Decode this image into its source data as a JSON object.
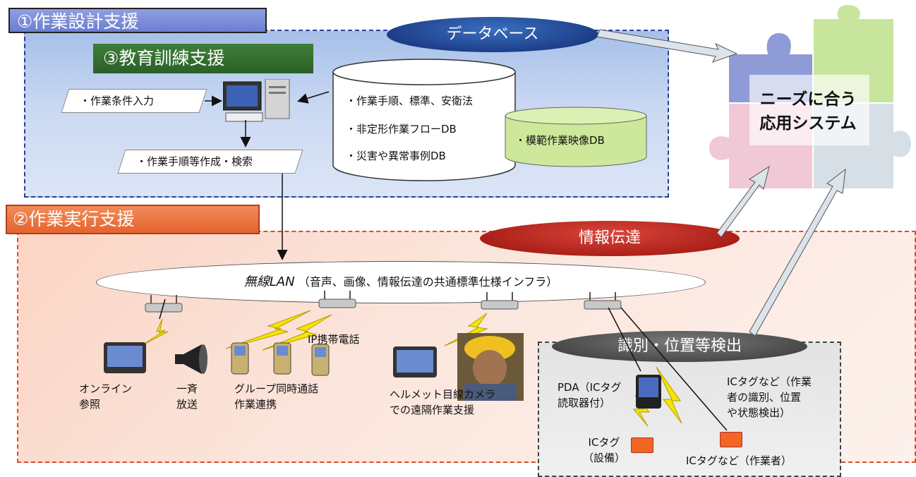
{
  "design_support": "①作業設計支援",
  "training_support": "③教育訓練支援",
  "execution_support": "②作業実行支援",
  "database_label": "データベース",
  "info_transfer_label": "情報伝達",
  "detection_label": "識別・位置等検出",
  "input_condition": "・作業条件入力",
  "procedure_search": "・作業手順等作成・検索",
  "db_items": [
    "・作業手順、標準、安衛法",
    "・非定形作業フローDB",
    "・災害や異常事例DB"
  ],
  "model_video_db": "・模範作業映像DB",
  "application_system": [
    "ニーズに合う",
    "応用システム"
  ],
  "wireless_lan": "無線LAN",
  "wireless_lan_desc": "（音声、画像、情報伝達の共通標準仕様インフラ）",
  "ip_phone": "IP携帯電話",
  "online_ref": [
    "オンライン",
    "参照"
  ],
  "broadcast": [
    "一斉",
    "放送"
  ],
  "group_call": [
    "グループ同時通話",
    "作業連携"
  ],
  "helmet_camera": [
    "ヘルメット目線カメラ",
    "での遠隔作業支援"
  ],
  "pda": [
    "PDA（ICタグ",
    "読取器付）"
  ],
  "ic_tag_equipment": [
    "ICタグ",
    "（設備）"
  ],
  "ic_tag_worker": "ICタグなど（作業者）",
  "ic_tag_desc": [
    "ICタグなど（作業",
    "者の識別、位置",
    "や状態検出）"
  ],
  "colors": {
    "blue_panel": "#c9d8f2",
    "red_panel": "#fbe6dd",
    "green_tag": "#2a6028",
    "ic_tag": "#f26522"
  }
}
